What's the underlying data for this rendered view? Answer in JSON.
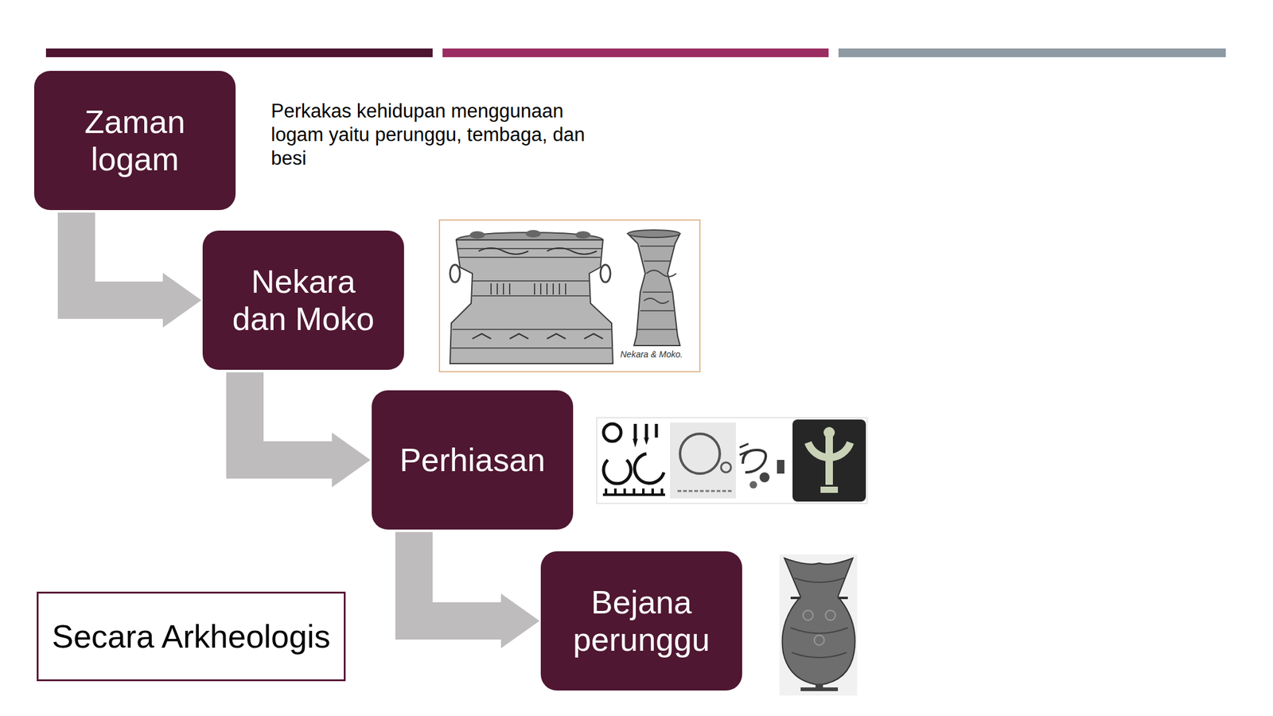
{
  "diagram": {
    "nodes": [
      {
        "text": [
          "Zaman logam"
        ]
      },
      {
        "text": [
          "Nekara dan Moko"
        ]
      },
      {
        "text": [
          "Perhiasan"
        ]
      },
      {
        "text": [
          "Bejana perunggu"
        ]
      },
      {
        "text": [
          "Secara Arkheologis"
        ]
      }
    ],
    "edges": [
      {
        "from": 0,
        "to": 1,
        "arrow": "to"
      },
      {
        "from": 1,
        "to": 2,
        "arrow": "to"
      },
      {
        "from": 2,
        "to": 3,
        "arrow": "to"
      }
    ],
    "labels": [
      "Perkakas kehidupan menggunaan logam yaitu perunggu, tembaga, dan besi",
      "Nekara & Moko."
    ]
  }
}
